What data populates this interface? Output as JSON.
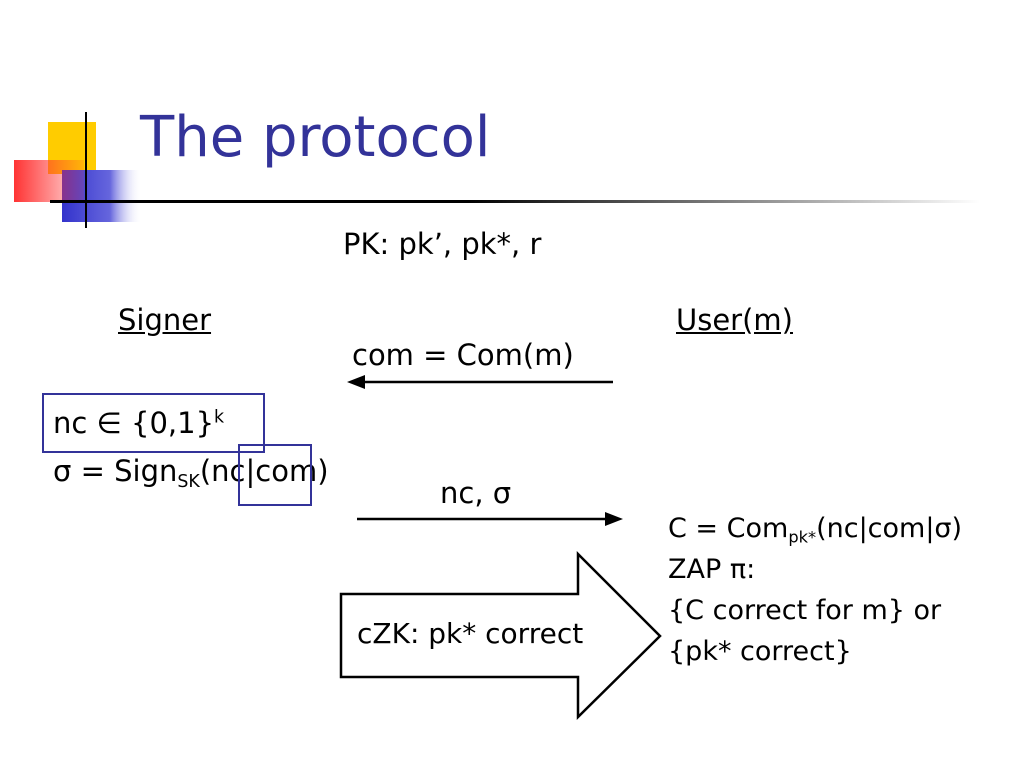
{
  "colors": {
    "title": "#333399",
    "box_border": "#333399",
    "logo_yellow": "#ffcc00",
    "logo_red": "#ff3333",
    "logo_blue": "#3333cc",
    "rule": "#000000"
  },
  "slide": {
    "title": "The protocol",
    "public_key": "PK: pk’, pk*, r"
  },
  "parties": {
    "signer": "Signer",
    "user": "User(m)"
  },
  "messages": {
    "commitment": "com = Com(m)",
    "response": "nc, σ",
    "czk": "cZK: pk* correct"
  },
  "signer_step": {
    "nc_prefix": "nc ∈ {0,1}",
    "nc_exp": "k",
    "sigma_prefix": "σ = Sign",
    "sigma_sub": "SK",
    "sigma_paren": "(",
    "sigma_nc": "nc|",
    "sigma_suffix": "com)"
  },
  "user_step": {
    "c_prefix": "C = Com",
    "c_sub": "pk*",
    "c_suffix": "(nc|com|σ)",
    "zap": "ZAP π:",
    "stmt1": "{C correct for m} or",
    "stmt2": "{pk* correct}"
  }
}
